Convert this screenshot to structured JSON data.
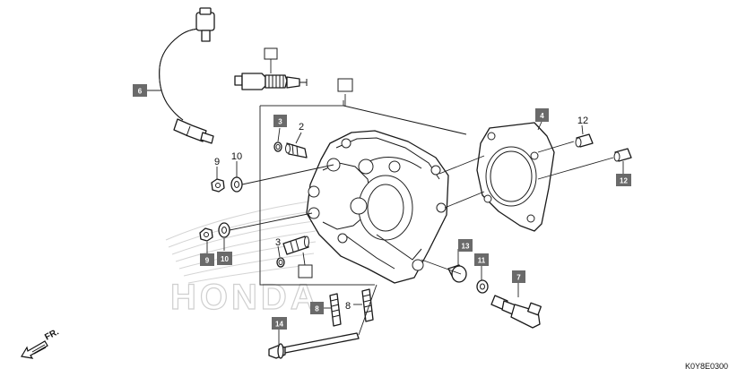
{
  "watermark": {
    "brand_text": "HONDA"
  },
  "orientation": {
    "label": "FR."
  },
  "diagram_code": "K0Y8E0300",
  "colors": {
    "badge": "#6a6a6a",
    "line": "#1a1a1a",
    "watermark": "#cfcfcf"
  },
  "callouts": {
    "c2": "2",
    "c3": "3",
    "c4": "4",
    "c6": "6",
    "c7": "7",
    "c8": "8",
    "c9": "9",
    "c10": "10",
    "c11": "11",
    "c12": "12",
    "c13": "13",
    "c14": "14"
  }
}
